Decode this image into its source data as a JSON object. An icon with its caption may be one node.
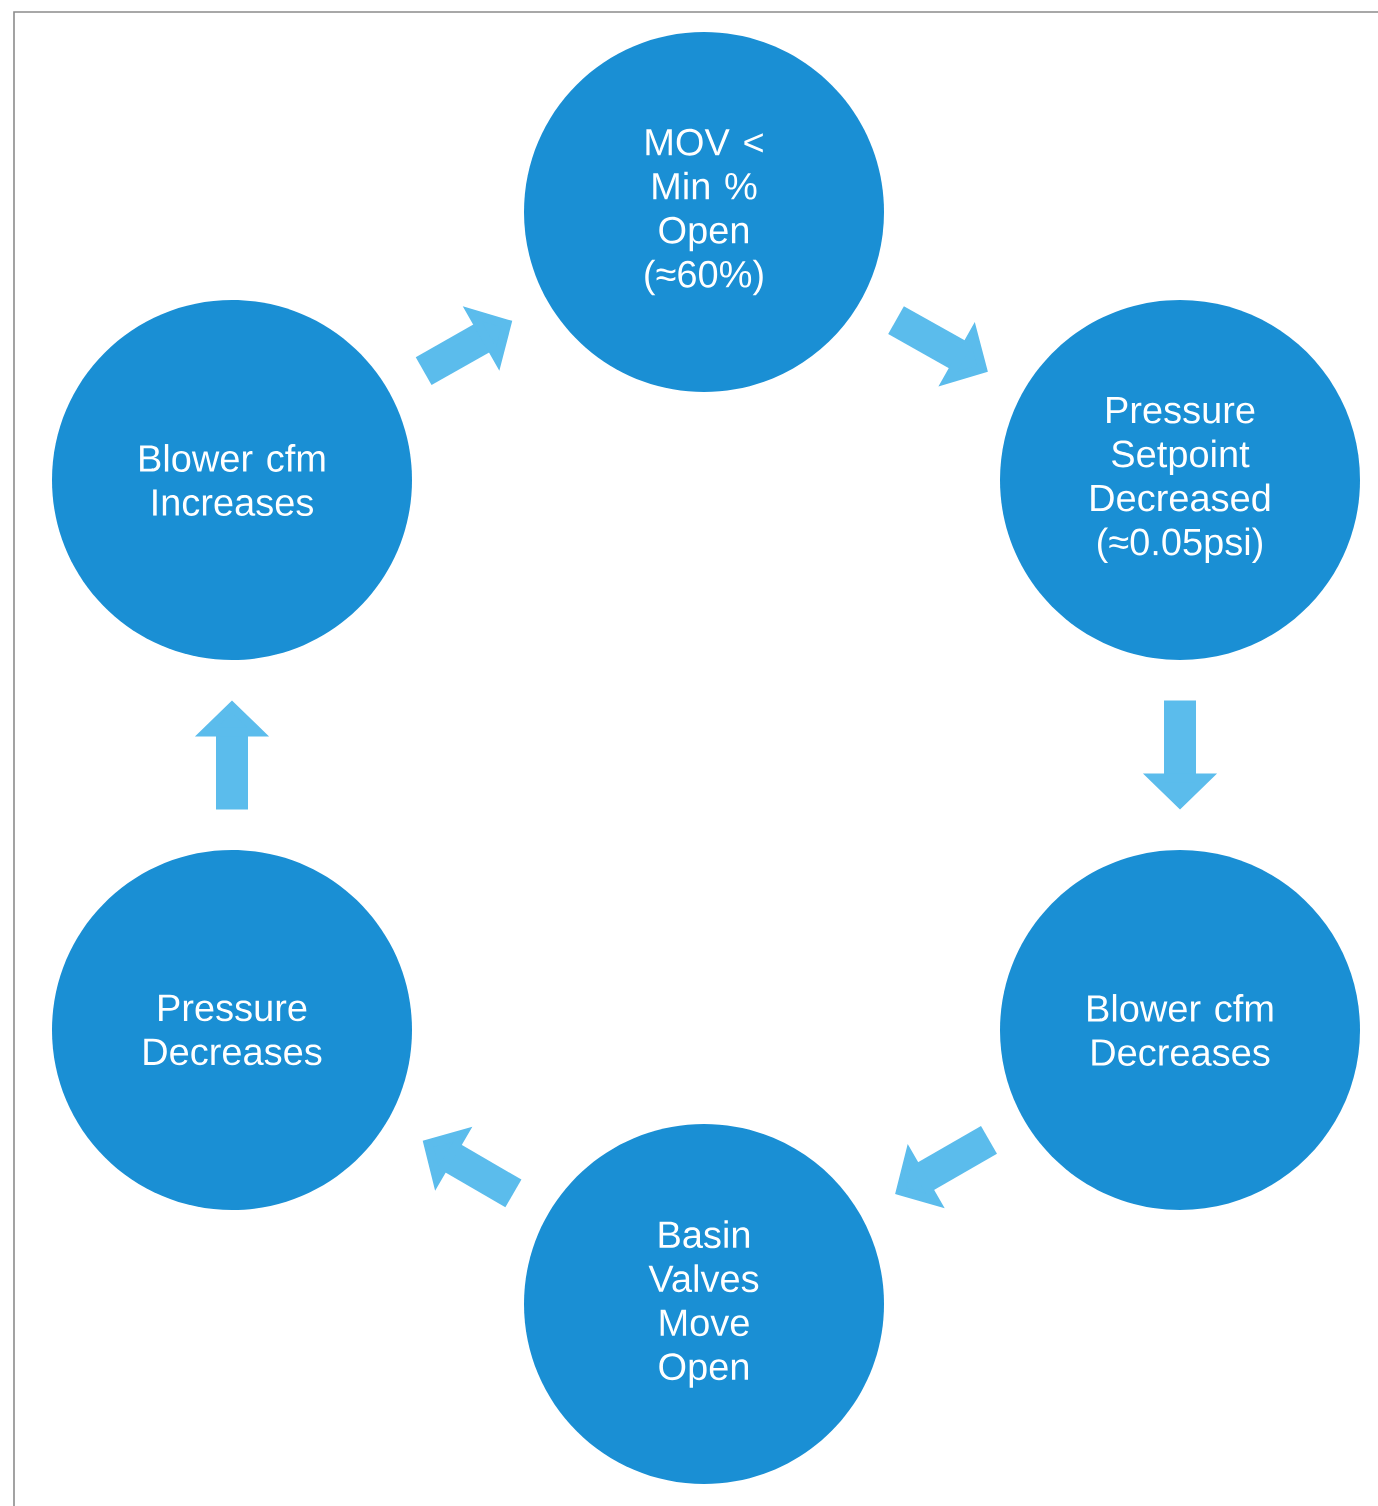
{
  "diagram": {
    "nodes": [
      {
        "text": [
          "MOV < Min % Open (≈60%)"
        ]
      },
      {
        "text": [
          "Pressure Setpoint Decreased (≈0.05psi)"
        ]
      },
      {
        "text": [
          "Blower cfm Decreases"
        ]
      },
      {
        "text": [
          "Basin Valves Move Open"
        ]
      },
      {
        "text": [
          "Pressure Decreases"
        ]
      },
      {
        "text": [
          "Blower cfm Increases"
        ]
      }
    ],
    "edges": [
      {
        "from": 0,
        "to": 1,
        "arrow": "to"
      },
      {
        "from": 1,
        "to": 2,
        "arrow": "to"
      },
      {
        "from": 2,
        "to": 3,
        "arrow": "to"
      },
      {
        "from": 3,
        "to": 4,
        "arrow": "to"
      },
      {
        "from": 4,
        "to": 5,
        "arrow": "to"
      },
      {
        "from": 5,
        "to": 0,
        "arrow": "to"
      }
    ]
  }
}
